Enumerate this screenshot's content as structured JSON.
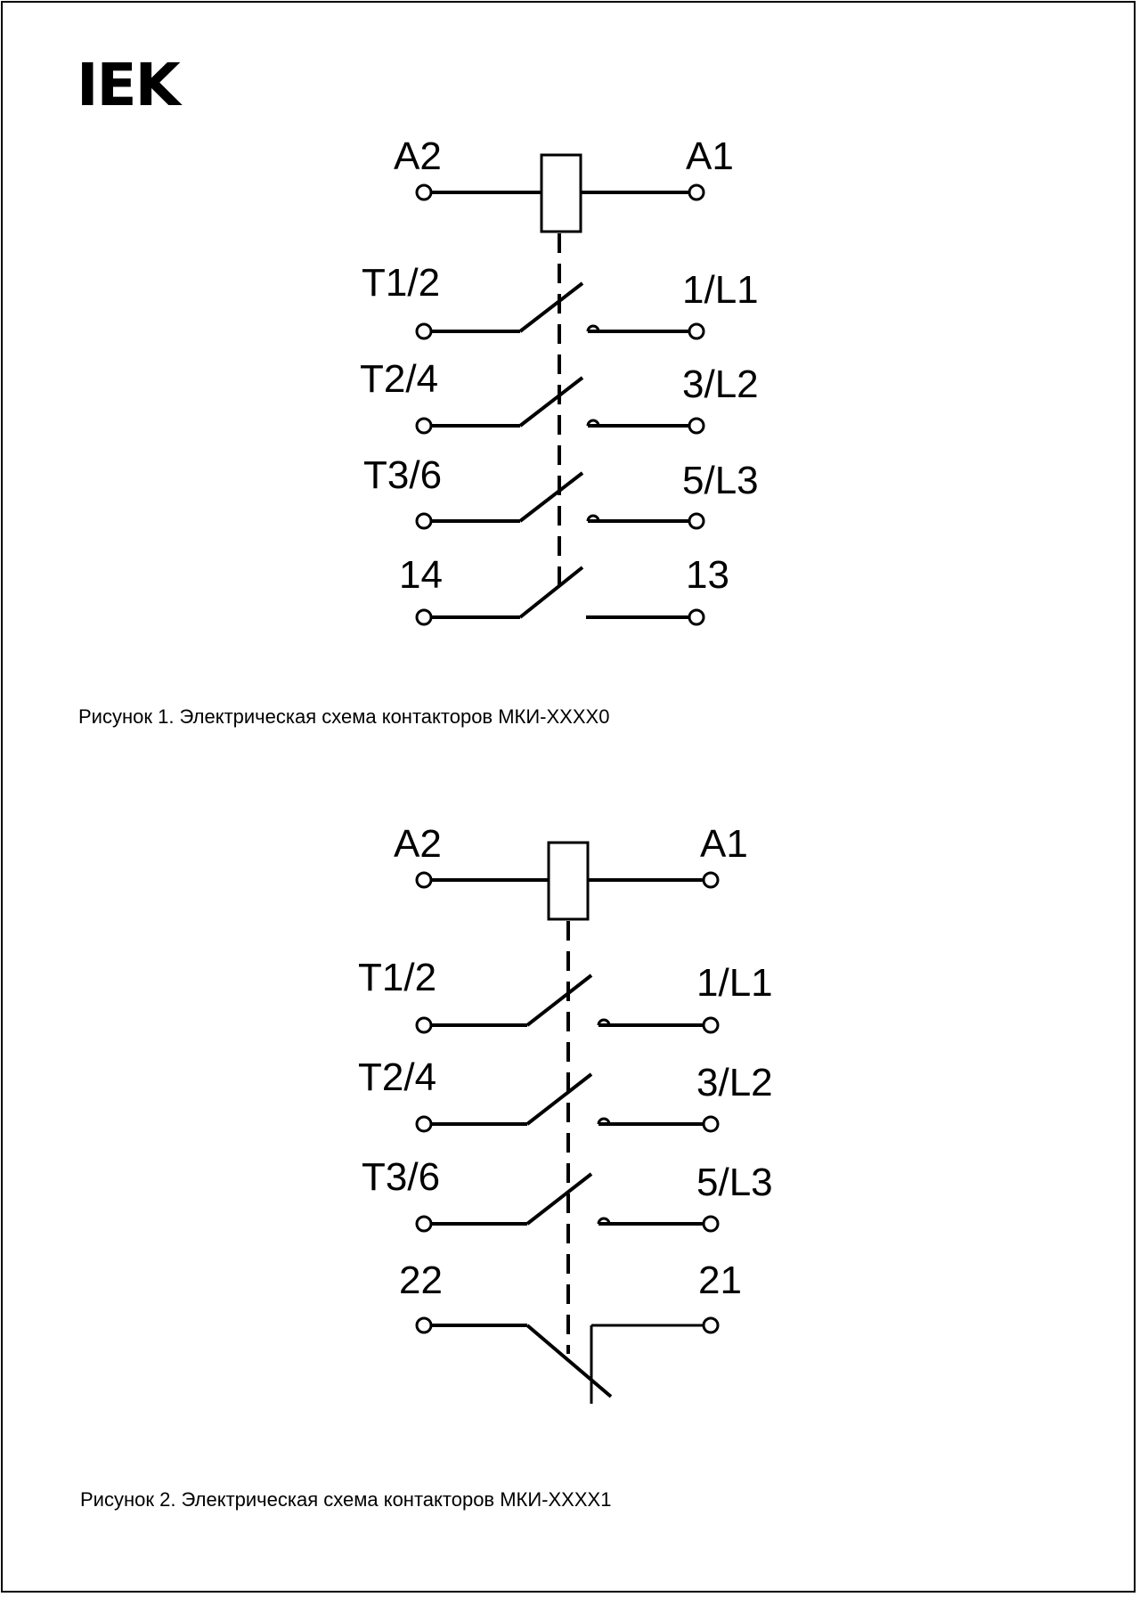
{
  "logo": {
    "text": "IEK"
  },
  "diagrams": [
    {
      "id": "fig1",
      "coil": {
        "left": "A2",
        "right": "A1"
      },
      "contacts": [
        {
          "type": "no",
          "left": "T1/2",
          "right": "1/L1",
          "arc": true
        },
        {
          "type": "no",
          "left": "T2/4",
          "right": "3/L2",
          "arc": true
        },
        {
          "type": "no",
          "left": "T3/6",
          "right": "5/L3",
          "arc": true
        },
        {
          "type": "no",
          "left": "14",
          "right": "13",
          "arc": false
        }
      ],
      "caption": "Рисунок 1. Электрическая схема контакторов МКИ-ХХХХ0"
    },
    {
      "id": "fig2",
      "coil": {
        "left": "A2",
        "right": "A1"
      },
      "contacts": [
        {
          "type": "no",
          "left": "T1/2",
          "right": "1/L1",
          "arc": true
        },
        {
          "type": "no",
          "left": "T2/4",
          "right": "3/L2",
          "arc": true
        },
        {
          "type": "no",
          "left": "T3/6",
          "right": "5/L3",
          "arc": true
        },
        {
          "type": "nc",
          "left": "22",
          "right": "21",
          "arc": false
        }
      ],
      "caption": "Рисунок 2. Электрическая схема контакторов МКИ-ХХХХ1"
    }
  ]
}
